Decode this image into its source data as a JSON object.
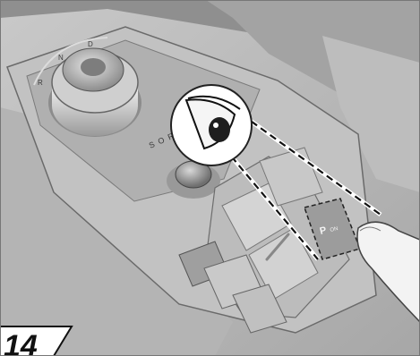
{
  "illustration": {
    "dial_marks": [
      "R",
      "N",
      "D"
    ],
    "console_brand": "SORENTO",
    "button_label_main": "P",
    "button_label_sub": "ON",
    "figure_number": "14",
    "colors": {
      "background_light": "#d6d6d6",
      "background_dark": "#9e9e9e",
      "console_mid": "#b9b9b9",
      "line": "#2a2a2a",
      "hand": "#f4f4f4"
    }
  }
}
